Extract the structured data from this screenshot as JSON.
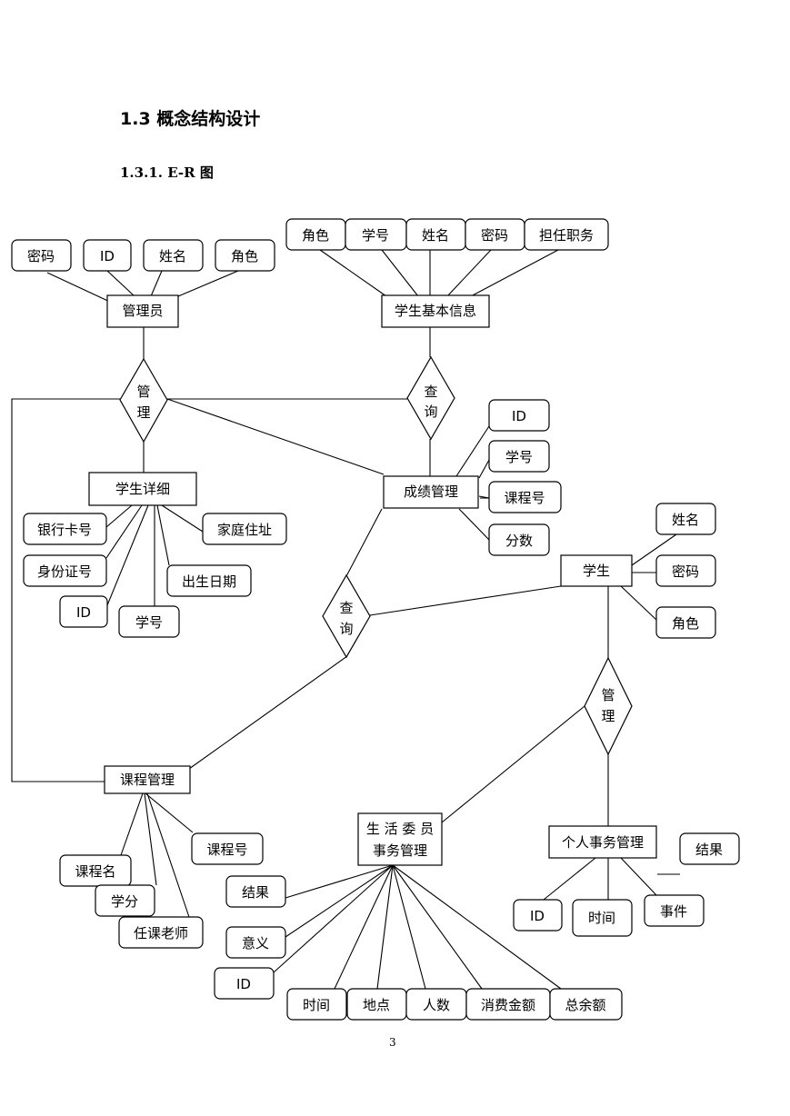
{
  "heading": "1.3 概念结构设计",
  "subheading": "1.3.1.    E-R 图",
  "page_number": "3",
  "diagram": {
    "entities": {
      "admin": "管理员",
      "student_basic": "学生基本信息",
      "student_detail": "学生详细",
      "grade_mgmt": "成绩管理",
      "student": "学生",
      "course_mgmt": "课程管理",
      "life_committee": [
        "生 活 委 员",
        "事务管理"
      ],
      "personal_affairs": "个人事务管理"
    },
    "relationships": {
      "manage1": [
        "管",
        "理"
      ],
      "query1": [
        "查",
        "询"
      ],
      "query2": [
        "查",
        "询"
      ],
      "manage2": [
        "管",
        "理"
      ]
    },
    "attributes": {
      "admin": [
        "密码",
        "ID",
        "姓名",
        "角色"
      ],
      "student_basic": [
        "角色",
        "学号",
        "姓名",
        "密码",
        "担任职务"
      ],
      "grade_mgmt": [
        "ID",
        "学号",
        "课程号",
        "分数"
      ],
      "student_detail": [
        "银行卡号",
        "家庭住址",
        "身份证号",
        "出生日期",
        "ID",
        "学号"
      ],
      "student": [
        "姓名",
        "密码",
        "角色"
      ],
      "course_mgmt": [
        "课程号",
        "课程名",
        "学分",
        "任课老师"
      ],
      "life_committee": [
        "结果",
        "意义",
        "ID",
        "时间",
        "地点",
        "人数",
        "消费金额",
        "总余额"
      ],
      "personal_affairs": [
        "ID",
        "时间",
        "事件",
        "结果"
      ]
    }
  }
}
